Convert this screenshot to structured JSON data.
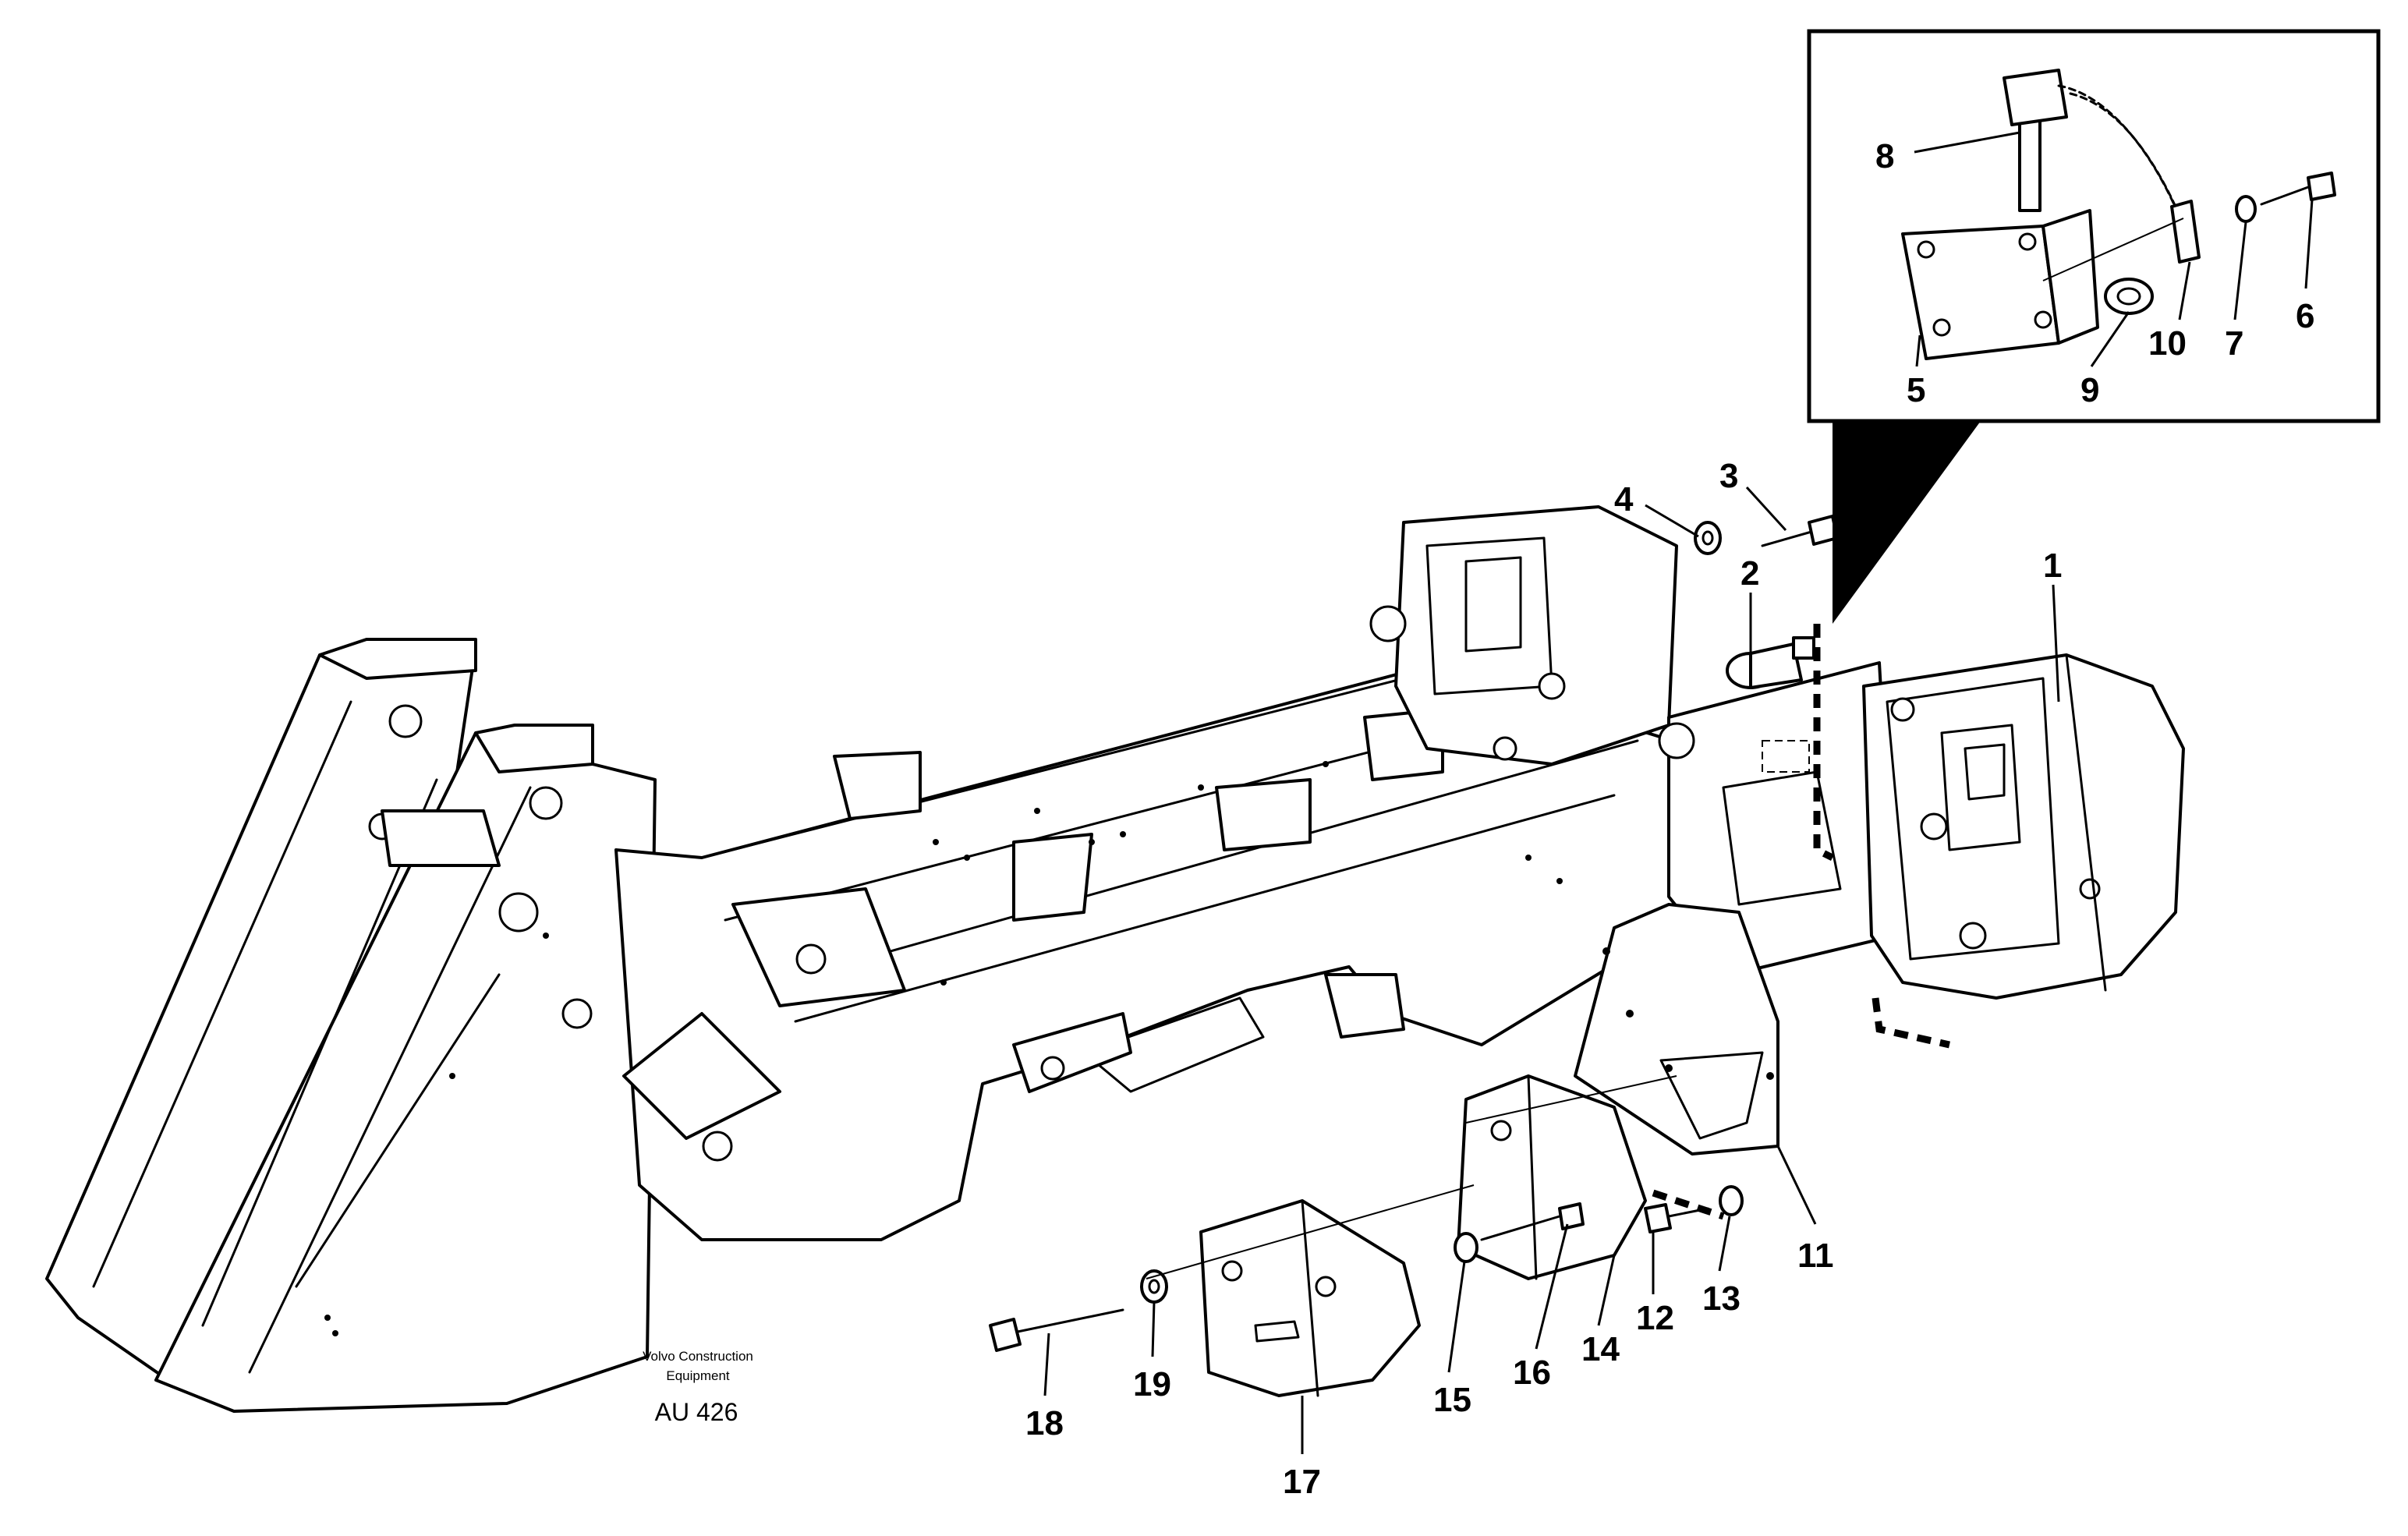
{
  "caption": {
    "line1": "Volvo Construction",
    "line2": "Equipment",
    "code": "AU 426"
  },
  "callouts": [
    {
      "id": "1",
      "label": "1"
    },
    {
      "id": "2",
      "label": "2"
    },
    {
      "id": "3",
      "label": "3"
    },
    {
      "id": "4",
      "label": "4"
    },
    {
      "id": "5",
      "label": "5"
    },
    {
      "id": "6",
      "label": "6"
    },
    {
      "id": "7",
      "label": "7"
    },
    {
      "id": "8",
      "label": "8"
    },
    {
      "id": "9",
      "label": "9"
    },
    {
      "id": "10",
      "label": "10"
    },
    {
      "id": "11",
      "label": "11"
    },
    {
      "id": "12",
      "label": "12"
    },
    {
      "id": "13",
      "label": "13"
    },
    {
      "id": "14",
      "label": "14"
    },
    {
      "id": "15",
      "label": "15"
    },
    {
      "id": "16",
      "label": "16"
    },
    {
      "id": "17",
      "label": "17"
    },
    {
      "id": "18",
      "label": "18"
    },
    {
      "id": "19",
      "label": "19"
    }
  ]
}
